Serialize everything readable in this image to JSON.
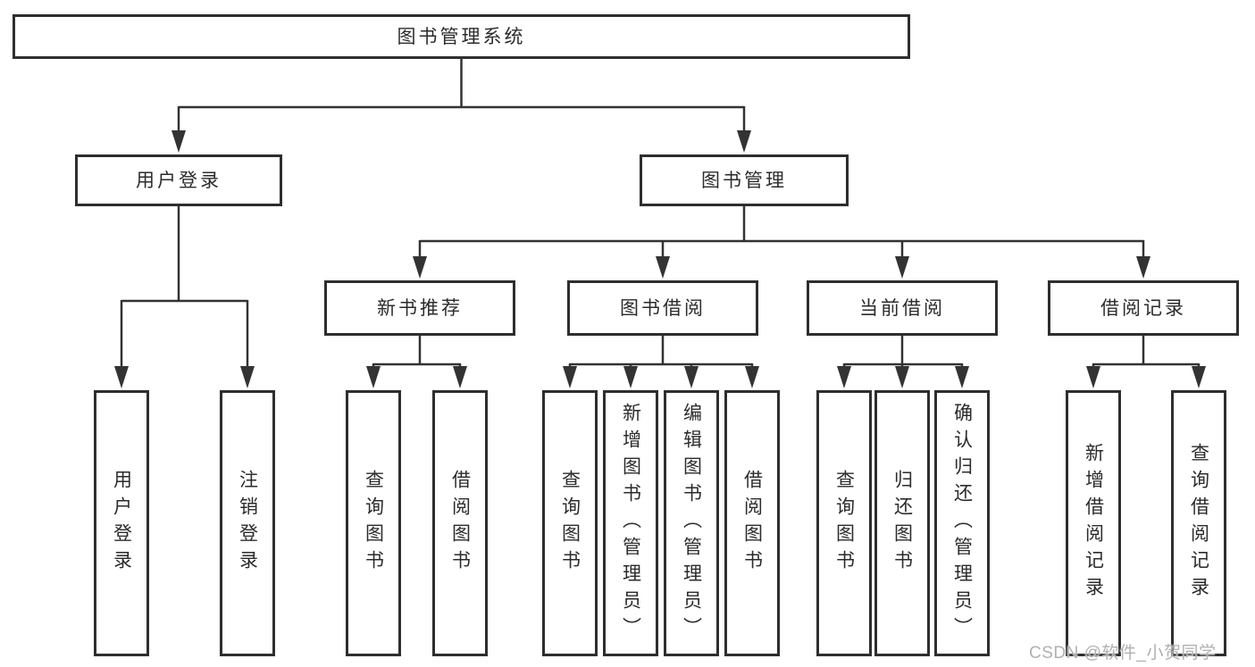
{
  "diagram": {
    "type": "hierarchy-tree",
    "title": "图书管理系统",
    "nodes": {
      "root": "图书管理系统",
      "user_login": "用户登录",
      "book_mgmt": "图书管理",
      "new_book": "新书推荐",
      "book_borrow": "图书借阅",
      "current_borrow": "当前借阅",
      "borrow_record": "借阅记录",
      "lu_login": "用户登录",
      "lu_logout": "注销登录",
      "nb_query": "查询图书",
      "nb_borrow": "借阅图书",
      "bb_query": "查询图书",
      "bb_add": "新增图书（管理员）",
      "bb_edit": "编辑图书（管理员）",
      "bb_borrow": "借阅图书",
      "cb_query": "查询图书",
      "cb_return": "归还图书",
      "cb_confirm": "确认归还（管理员）",
      "br_add": "新增借阅记录",
      "br_query": "查询借阅记录"
    },
    "hierarchy": {
      "图书管理系统": {
        "用户登录": [
          "用户登录",
          "注销登录"
        ],
        "图书管理": {
          "新书推荐": [
            "查询图书",
            "借阅图书"
          ],
          "图书借阅": [
            "查询图书",
            "新增图书（管理员）",
            "编辑图书（管理员）",
            "借阅图书"
          ],
          "当前借阅": [
            "查询图书",
            "归还图书",
            "确认归还（管理员）"
          ],
          "借阅记录": [
            "新增借阅记录",
            "查询借阅记录"
          ]
        }
      }
    },
    "colors": {
      "line": "#333333",
      "box_border": "#2e2e2e",
      "text": "#2b2b2b",
      "background": "#ffffff",
      "watermark_text": "#b0b0b0"
    }
  },
  "watermark": "CSDN @软件_小贺同学"
}
